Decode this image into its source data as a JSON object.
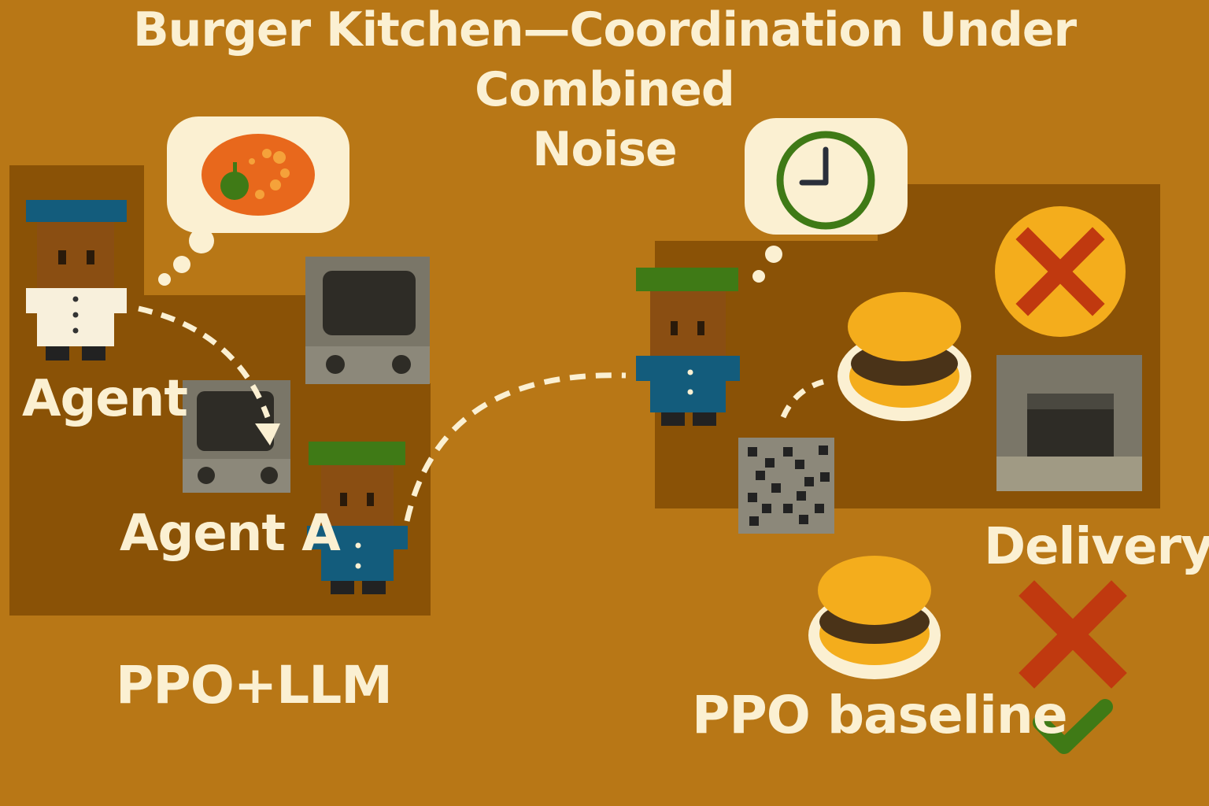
{
  "title": {
    "line1": "Burger Kitchen—Coordination Under Combined",
    "line2": "Noise"
  },
  "left_scene": {
    "agent_label": "Agent",
    "agent_a_label": "Agent A",
    "method_label": "PPO+LLM",
    "thought_icon": "tomato-soup-icon"
  },
  "right_scene": {
    "thought_icon": "clock-icon",
    "delivery_label": "Delivery",
    "baseline_label": "PPO baseline",
    "status_icons": [
      "fail-x-icon",
      "fail-x-icon",
      "success-check-icon"
    ]
  },
  "colors": {
    "background": "#b87716",
    "floor": "#8a5206",
    "text": "#fbf0d2",
    "chef_hat_blue": "#135c7c",
    "chef_hat_green": "#3f7a16",
    "fail_red": "#c0390f",
    "success_green": "#3f7a16",
    "bun": "#f4b32c"
  }
}
